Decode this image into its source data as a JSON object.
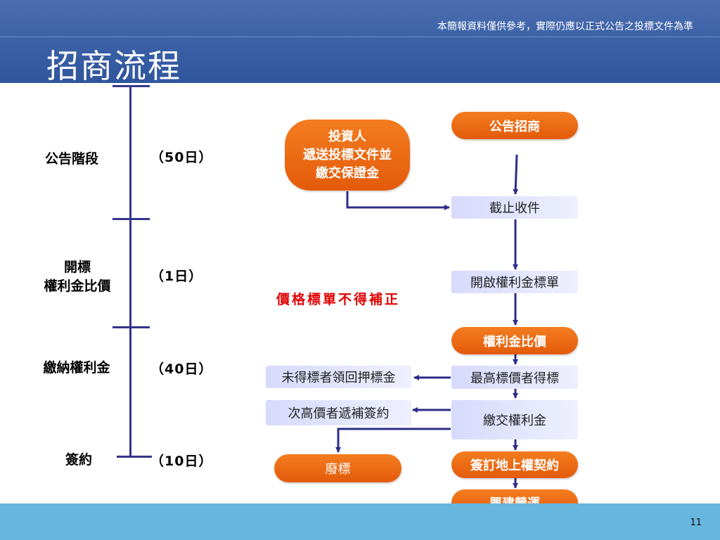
{
  "header": {
    "disclaimer": "本簡報資料僅供參考，實際仍應以正式公告之投標文件為準",
    "title": "招商流程"
  },
  "timeline": {
    "stages": [
      {
        "label_lines": [
          "公告階段"
        ],
        "duration": "（50日）"
      },
      {
        "label_lines": [
          "開標",
          "權利金比價"
        ],
        "duration": "（1日）"
      },
      {
        "label_lines": [
          "繳納權利金"
        ],
        "duration": "（40日）"
      },
      {
        "label_lines": [
          "簽約"
        ],
        "duration": "（10日）"
      }
    ]
  },
  "flow": {
    "investor_lines": [
      "投資人",
      "遞送投標文件並",
      "繳交保證金"
    ],
    "announcement": "公告招商",
    "deadline": "截止收件",
    "open_bids": "開啟權利金標單",
    "price_compare": "權利金比價",
    "highest_wins": "最高標價者得標",
    "refund_deposit": "未得標者領回押標金",
    "runner_up": "次高價者遞補簽約",
    "pay_royalty": "繳交權利金",
    "void_bid": "廢標",
    "sign_contract": "簽訂地上權契約",
    "build_operate": "興建營運",
    "warning": "價格標單不得補正"
  },
  "colors": {
    "header": "#3e63a8",
    "orange": "#ee6a12",
    "lavender": "#dfe2fc",
    "timeline": "#35358a",
    "warning": "#e00000",
    "footer": "#67b6de"
  },
  "page_number": "11"
}
